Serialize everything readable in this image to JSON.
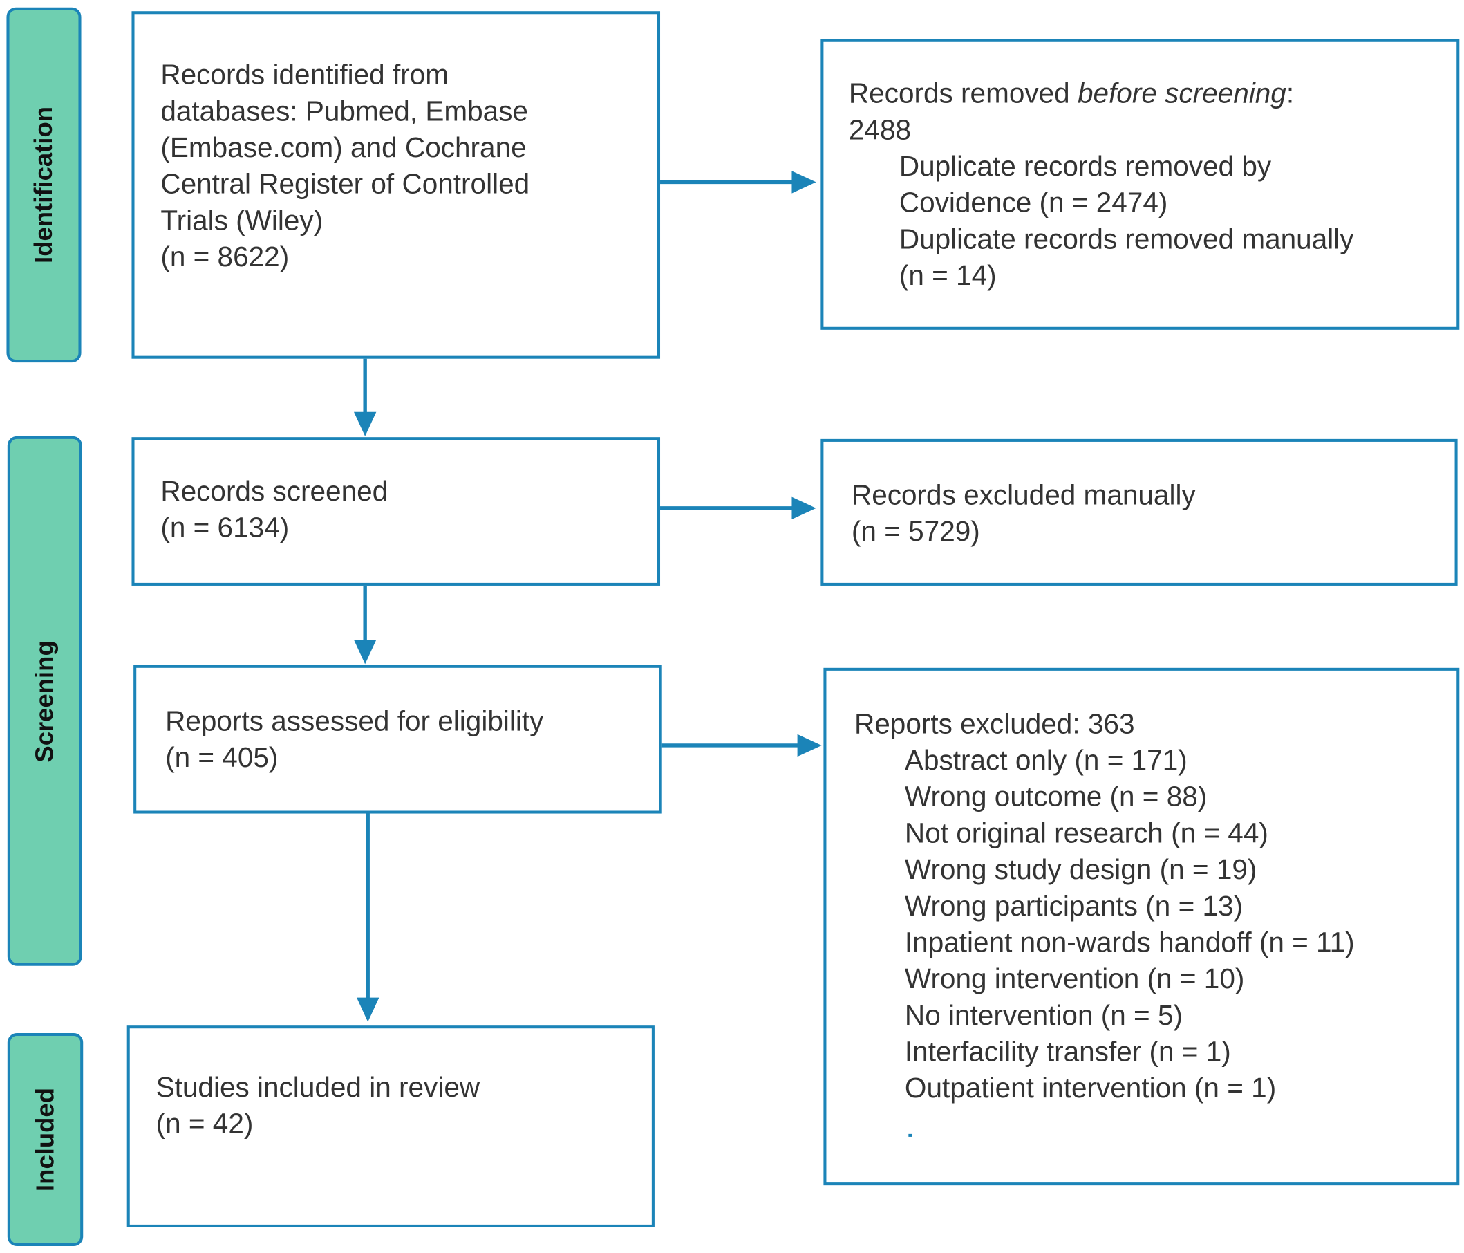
{
  "phases": {
    "identification": "Identification",
    "screening": "Screening",
    "included": "Included"
  },
  "identified": {
    "line1": "Records identified from",
    "line2": "databases: Pubmed, Embase",
    "line3": "(Embase.com) and Cochrane",
    "line4": "Central Register of Controlled",
    "line5": "Trials (Wiley)",
    "count": "(n = 8622)"
  },
  "removed": {
    "prefix": "Records removed ",
    "emphasis": "before screening",
    "suffix": ":",
    "total": "2488",
    "dup_covidence_1": "Duplicate records removed by",
    "dup_covidence_2": "Covidence (n = 2474)",
    "dup_manual_1": "Duplicate records removed manually",
    "dup_manual_2": "(n = 14)"
  },
  "screened": {
    "label": "Records screened",
    "count": "(n = 6134)"
  },
  "excluded_manual": {
    "label": "Records excluded manually",
    "count": "(n = 5729)"
  },
  "assessed": {
    "label": "Reports assessed for eligibility",
    "count": "(n = 405)"
  },
  "reports_excluded": {
    "title": "Reports excluded: 363",
    "reasons": [
      "Abstract only (n = 171)",
      "Wrong outcome (n = 88)",
      "Not original research (n = 44)",
      "Wrong study design (n = 19)",
      "Wrong participants (n = 13)",
      "Inpatient non-wards handoff (n = 11)",
      "Wrong intervention (n = 10)",
      "No intervention (n = 5)",
      "Interfacility transfer (n = 1)",
      "Outpatient intervention (n = 1)"
    ]
  },
  "included": {
    "label": "Studies included in review",
    "count": "(n = 42)"
  },
  "colors": {
    "phase_fill": "#6fcfb0",
    "line": "#1b84b8",
    "text": "#333333"
  }
}
